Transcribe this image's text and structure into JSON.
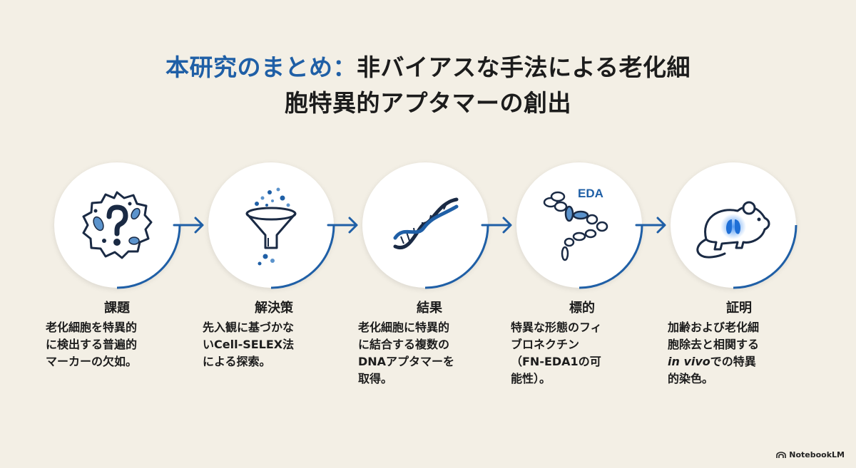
{
  "title": {
    "highlight": "本研究のまとめ：",
    "line1_rest": "非バイアスな手法による老化細",
    "line2": "胞特異的アプタマーの創出"
  },
  "steps": [
    {
      "heading": "課題",
      "icon": "senescent-cell-question-icon",
      "lines": [
        "老化細胞を特異的",
        "に検出する普遍的",
        "マーカーの欠如。"
      ]
    },
    {
      "heading": "解決策",
      "icon": "funnel-icon",
      "lines": [
        "先入観に基づかな",
        "いCell-SELEX法",
        "による探索。"
      ]
    },
    {
      "heading": "結果",
      "icon": "dna-icon",
      "lines": [
        "老化細胞に特異的",
        "に結合する複数の",
        "DNAアプタマーを",
        "取得。"
      ]
    },
    {
      "heading": "標的",
      "icon": "fibronectin-icon",
      "icon_label": "EDA",
      "lines": [
        "特異な形態のフィ",
        "ブロネクチン",
        "（FN-EDA1の可",
        "能性）。"
      ]
    },
    {
      "heading": "証明",
      "icon": "mouse-icon",
      "lines": [
        "加齢および老化細",
        "胞除去と相関する"
      ],
      "line3_italic": "in vivo",
      "line3_rest": "での特異",
      "line4": "的染色。"
    }
  ],
  "brand": "NotebookLM",
  "colors": {
    "accent": "#1f5fa6",
    "background": "#f3efe5",
    "text": "#1c1c1c"
  }
}
